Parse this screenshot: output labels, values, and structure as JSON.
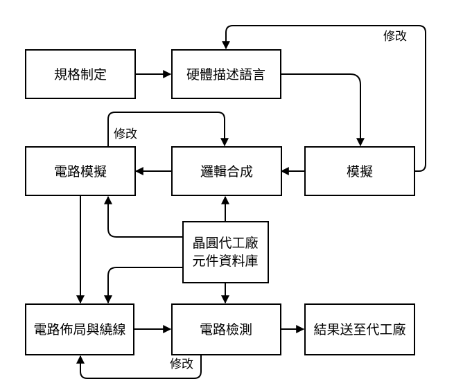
{
  "diagram": {
    "nodes": {
      "spec": "規格制定",
      "hdl": "硬體描述語言",
      "sim": "模擬",
      "synthesis": "邏輯合成",
      "circuit_sim": "電路模擬",
      "library_line1": "晶圓代工廠",
      "library_line2": "元件資料庫",
      "place_route": "電路佈局與繞線",
      "verify": "電路檢測",
      "foundry": "結果送至代工廠"
    },
    "edge_labels": {
      "sim_to_hdl": "修改",
      "circuit_sim_to_synthesis": "修改",
      "verify_to_place_route": "修改"
    },
    "edges": [
      {
        "from": "spec",
        "to": "hdl"
      },
      {
        "from": "hdl",
        "to": "sim"
      },
      {
        "from": "sim",
        "to": "hdl",
        "label": "修改"
      },
      {
        "from": "sim",
        "to": "synthesis"
      },
      {
        "from": "synthesis",
        "to": "circuit_sim"
      },
      {
        "from": "circuit_sim",
        "to": "synthesis",
        "label": "修改"
      },
      {
        "from": "library",
        "to": "synthesis"
      },
      {
        "from": "library",
        "to": "circuit_sim"
      },
      {
        "from": "library",
        "to": "place_route"
      },
      {
        "from": "library",
        "to": "verify"
      },
      {
        "from": "circuit_sim",
        "to": "place_route"
      },
      {
        "from": "place_route",
        "to": "verify"
      },
      {
        "from": "verify",
        "to": "foundry"
      },
      {
        "from": "verify",
        "to": "place_route",
        "label": "修改"
      }
    ],
    "colors": {
      "stroke": "#000000",
      "fill": "#ffffff",
      "text": "#000000"
    }
  }
}
